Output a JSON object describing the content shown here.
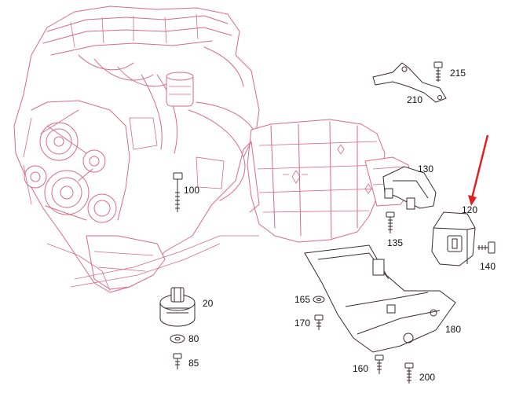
{
  "diagram": {
    "colors": {
      "linework": "#d96a86",
      "parts": "#3b2a2f",
      "arrow": "#e02020"
    },
    "labels": {
      "p215": "215",
      "p210": "210",
      "p130": "130",
      "p120": "120",
      "p100": "100",
      "p135": "135",
      "p140": "140",
      "p20": "20",
      "p165": "165",
      "p170": "170",
      "p180": "180",
      "p80": "80",
      "p85": "85",
      "p160": "160",
      "p200": "200"
    }
  }
}
